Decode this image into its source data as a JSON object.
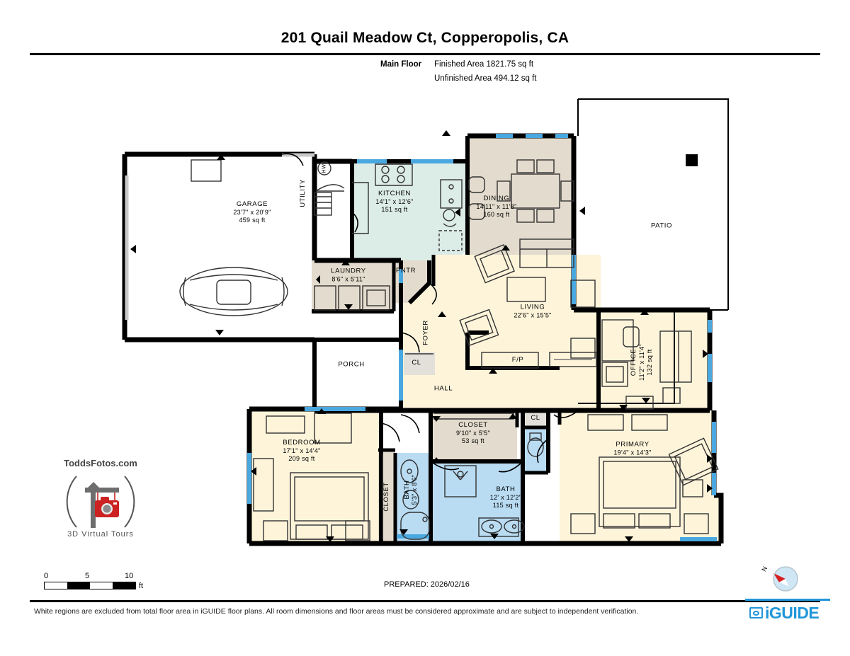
{
  "header": {
    "title": "201 Quail Meadow Ct, Copperopolis, CA",
    "floor_label": "Main Floor",
    "finished_area": "Finished Area 1821.75 sq ft",
    "unfinished_area": "Unfinished Area 494.12 sq ft"
  },
  "rooms": [
    {
      "name": "GARAGE",
      "dim": "23'7\" x 20'9\"",
      "area": "459 sq ft"
    },
    {
      "name": "KITCHEN",
      "dim": "14'1\" x 12'6\"",
      "area": "151 sq ft"
    },
    {
      "name": "DINING",
      "dim": "14'11\" x 11'8\"",
      "area": "160 sq ft"
    },
    {
      "name": "LIVING",
      "dim": "22'6\" x 15'5\"",
      "area": ""
    },
    {
      "name": "LAUNDRY",
      "dim": "8'6\" x 5'11\"",
      "area": ""
    },
    {
      "name": "OFFICE",
      "dim": "11'2\" x 11'4\"",
      "area": "132 sq ft"
    },
    {
      "name": "PRIMARY",
      "dim": "19'4\" x 14'3\"",
      "area": ""
    },
    {
      "name": "BEDROOM",
      "dim": "17'1\" x 14'4\"",
      "area": "209 sq ft"
    },
    {
      "name": "CLOSET",
      "dim": "9'10\" x 5'5\"",
      "area": "53 sq ft"
    },
    {
      "name": "BATH",
      "dim": "12' x 12'2\"",
      "area": "115 sq ft"
    },
    {
      "name": "BATH",
      "dim": "5'3\" x 8'6\"",
      "area": ""
    },
    {
      "name": "PATIO",
      "dim": "",
      "area": ""
    },
    {
      "name": "PORCH",
      "dim": "",
      "area": ""
    },
    {
      "name": "FOYER",
      "dim": "",
      "area": ""
    },
    {
      "name": "HALL",
      "dim": "",
      "area": ""
    },
    {
      "name": "UTILITY",
      "dim": "",
      "area": ""
    },
    {
      "name": "PNTR",
      "dim": "",
      "area": ""
    },
    {
      "name": "CLOSET",
      "dim": "",
      "area": ""
    },
    {
      "name": "CL",
      "dim": "",
      "area": ""
    },
    {
      "name": "CL",
      "dim": "",
      "area": ""
    },
    {
      "name": "F/P",
      "dim": "",
      "area": ""
    },
    {
      "name": "HW",
      "dim": "",
      "area": ""
    }
  ],
  "scale": {
    "t0": "0",
    "t5": "5",
    "t10": "10",
    "unit": "ft"
  },
  "prepared": "PREPARED: 2026/02/16",
  "disclaimer": "White regions are excluded from total floor area in iGUIDE floor plans. All room dimensions and floor areas must be considered approximate and are subject to independent verification.",
  "logos": {
    "todds_top": "ToddsFotos.com",
    "todds_bottom": "3D Virtual Tours",
    "iguide": "iGUIDE",
    "compass_n": "N"
  },
  "colors": {
    "wall": "#000000",
    "window": "#4aa8e0",
    "living_fill": "#fdf4da",
    "dining_fill": "#e3dbcd",
    "kitchen_fill": "#dcece6",
    "bath_fill": "#b9dcf3",
    "closet_fill": "#e3dbcd",
    "white_fill": "#ffffff",
    "brand_blue": "#2196d9",
    "logo_red": "#cc2222",
    "logo_gray": "#6d6d6d"
  }
}
